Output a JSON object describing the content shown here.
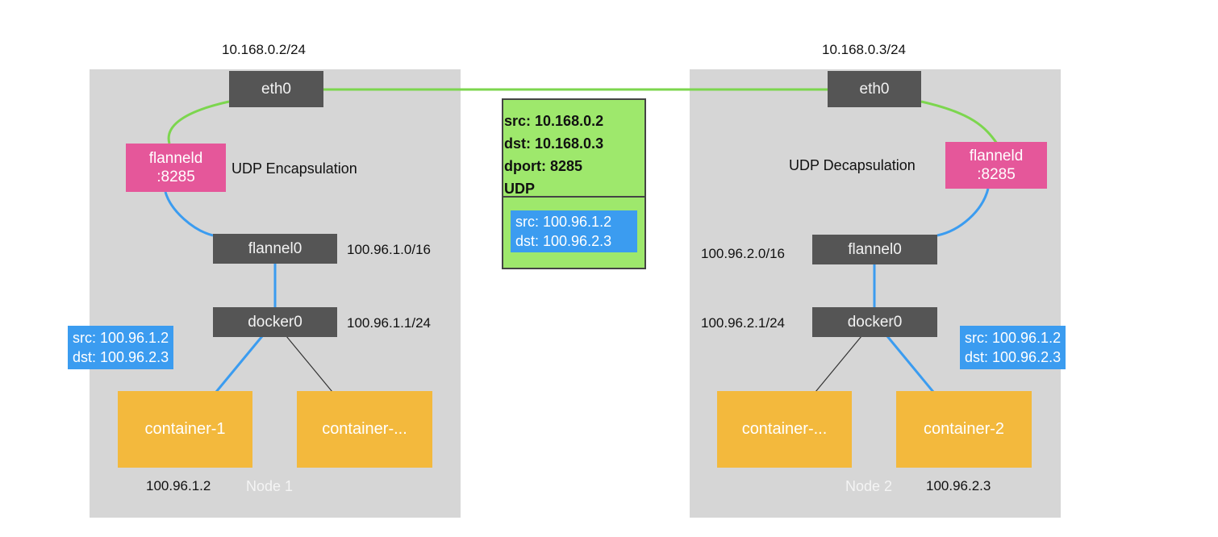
{
  "node1": {
    "name": "Node 1",
    "eth0_label": "eth0",
    "eth0_ip": "10.168.0.2/24",
    "flanneld_line1": "flanneld",
    "flanneld_line2": ":8285",
    "udp_label": "UDP Encapsulation",
    "flannel0_label": "flannel0",
    "flannel0_cidr": "100.96.1.0/16",
    "docker0_label": "docker0",
    "docker0_cidr": "100.96.1.1/24",
    "packet_src": "src: 100.96.1.2",
    "packet_dst": "dst: 100.96.2.3",
    "container_a": "container-1",
    "container_a_ip": "100.96.1.2",
    "container_b": "container-..."
  },
  "node2": {
    "name": "Node 2",
    "eth0_label": "eth0",
    "eth0_ip": "10.168.0.3/24",
    "flanneld_line1": "flanneld",
    "flanneld_line2": ":8285",
    "udp_label": "UDP Decapsulation",
    "flannel0_label": "flannel0",
    "flannel0_cidr": "100.96.2.0/16",
    "docker0_label": "docker0",
    "docker0_cidr": "100.96.2.1/24",
    "packet_src": "src: 100.96.1.2",
    "packet_dst": "dst: 100.96.2.3",
    "container_a": "container-...",
    "container_b": "container-2",
    "container_b_ip": "100.96.2.3"
  },
  "udp_packet": {
    "outer_src": "src: 10.168.0.2",
    "outer_dst": "dst: 10.168.0.3",
    "outer_dport": "dport: 8285",
    "outer_proto": "UDP",
    "inner_src": "src: 100.96.1.2",
    "inner_dst": "dst: 100.96.2.3"
  },
  "colors": {
    "node_bg": "#d6d6d6",
    "device": "#555555",
    "flanneld": "#e5579a",
    "container": "#f3b93d",
    "packet": "#3b9cf0",
    "outer_packet": "#9ee86c",
    "physical_link": "#7cd64e",
    "overlay_link": "#3b9cf0"
  }
}
